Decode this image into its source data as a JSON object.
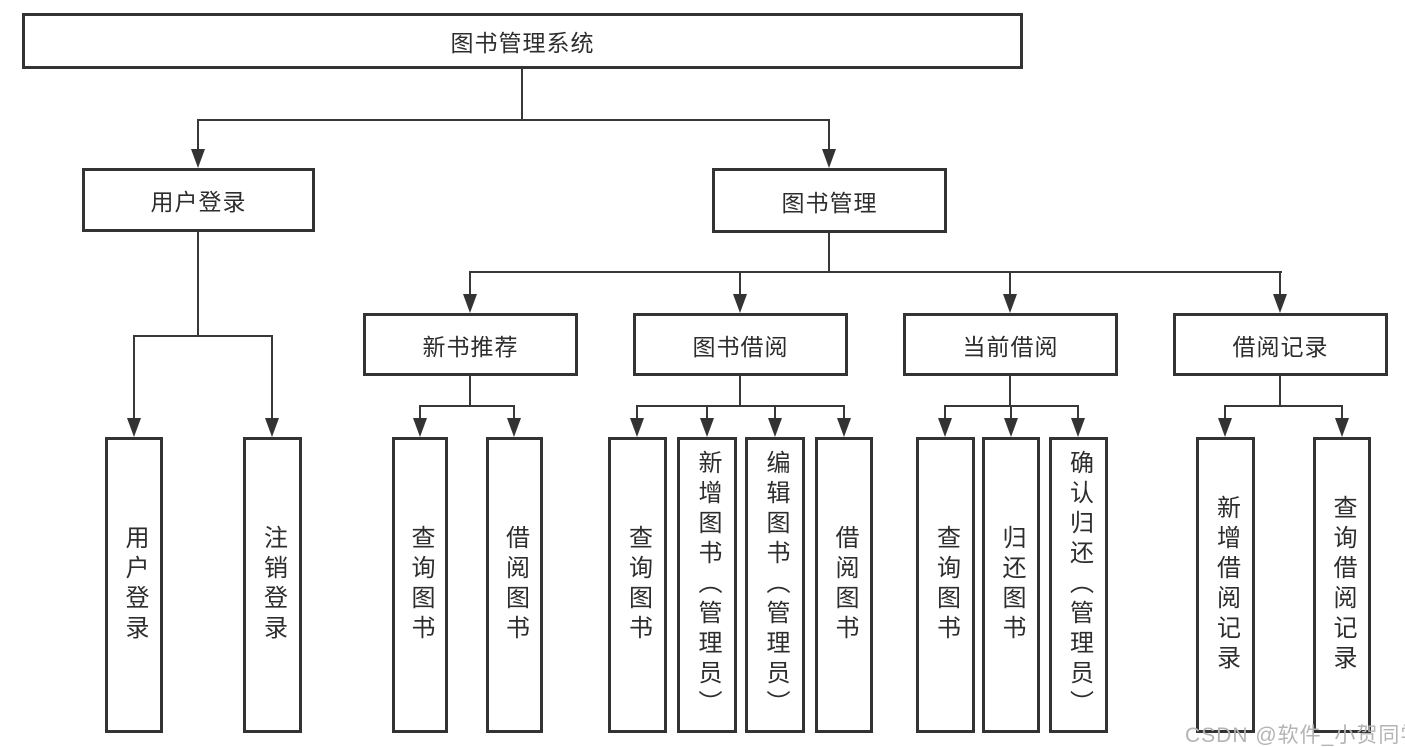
{
  "tree": {
    "root": "图书管理系统",
    "branches": [
      {
        "label": "用户登录",
        "leaves": [
          "用户登录",
          "注销登录"
        ]
      },
      {
        "label": "图书管理",
        "groups": [
          {
            "label": "新书推荐",
            "leaves": [
              "查询图书",
              "借阅图书"
            ]
          },
          {
            "label": "图书借阅",
            "leaves": [
              "查询图书",
              "新增图书（管理员）",
              "编辑图书（管理员）",
              "借阅图书"
            ]
          },
          {
            "label": "当前借阅",
            "leaves": [
              "查询图书",
              "归还图书",
              "确认归还（管理员）"
            ]
          },
          {
            "label": "借阅记录",
            "leaves": [
              "新增借阅记录",
              "查询借阅记录"
            ]
          }
        ]
      }
    ]
  },
  "watermark": "CSDN @软件_小贺同学",
  "colors": {
    "background": "#ffffff",
    "box_border": "#333333",
    "line": "#383838",
    "text": "#2d2d2d",
    "watermark": "#b4b4b4"
  }
}
